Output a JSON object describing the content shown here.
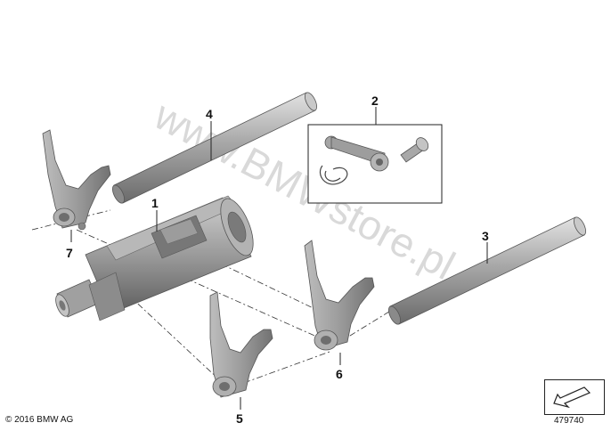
{
  "diagram": {
    "callouts": {
      "c1": "1",
      "c2": "2",
      "c3": "3",
      "c4": "4",
      "c5": "5",
      "c6": "6",
      "c7": "7"
    },
    "watermark": "www.BMWstore.pl",
    "colors": {
      "metal": "#a9a9a9",
      "metal_dark": "#6e6e6e",
      "metal_light": "#d6d6d6",
      "leader": "#222222",
      "watermark": "#d9d9d9"
    }
  },
  "footer": {
    "copyright": "© 2016 BMW AG",
    "reference_number": "479740",
    "ref_icon": "arrow-pointer-icon"
  }
}
